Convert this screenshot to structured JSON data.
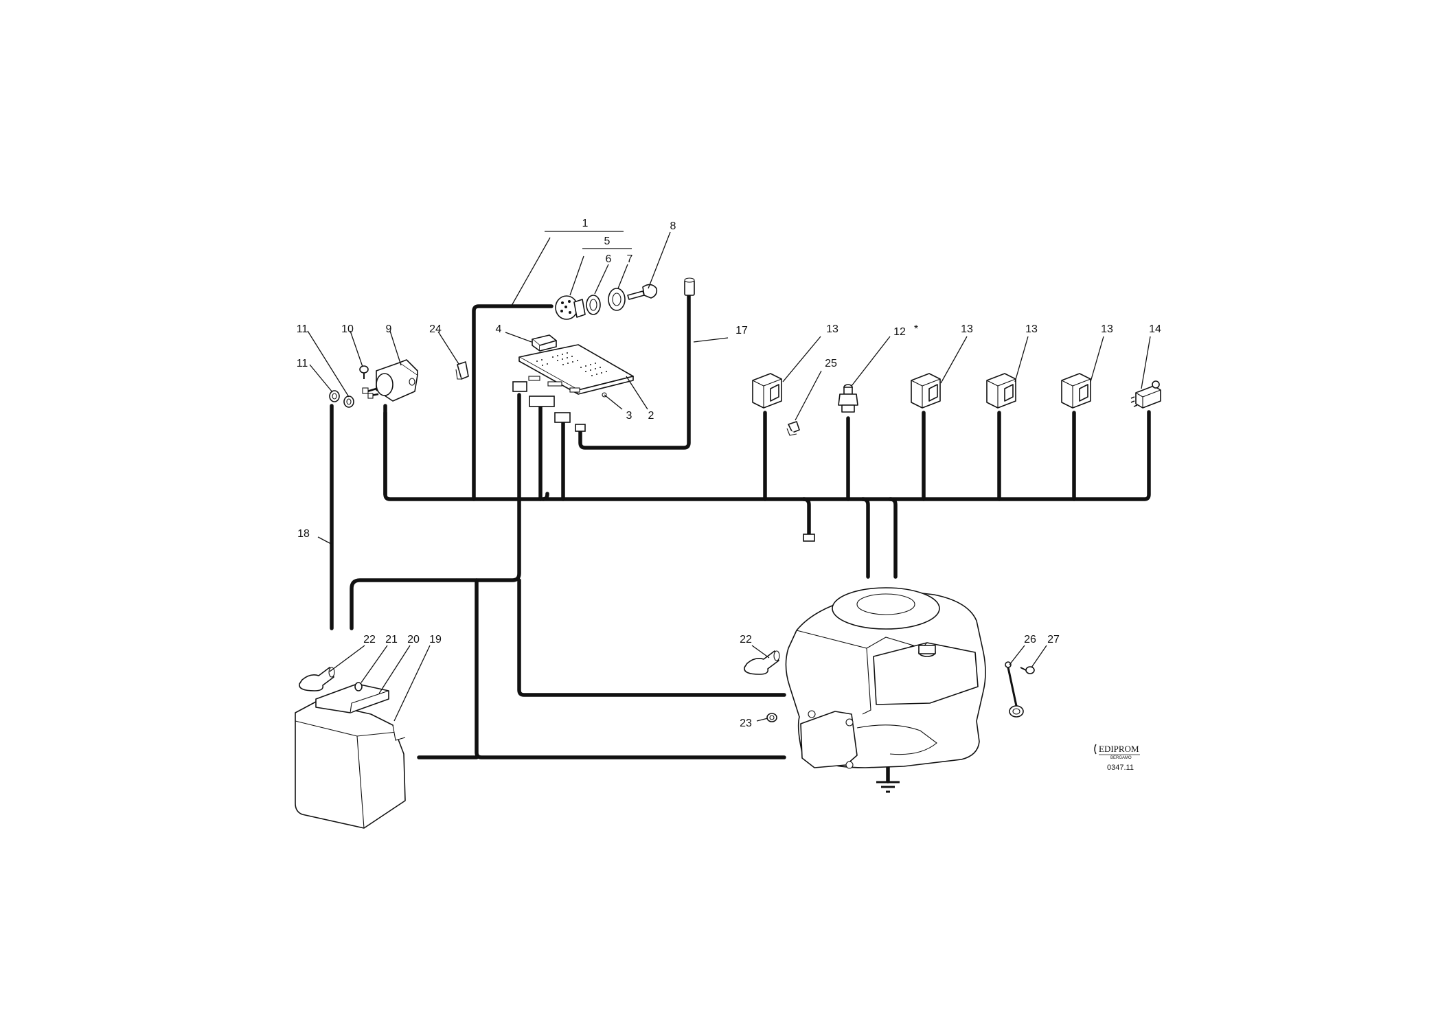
{
  "labels": {
    "l1": "1",
    "l2": "2",
    "l3": "3",
    "l4": "4",
    "l5": "5",
    "l6": "6",
    "l7": "7",
    "l8": "8",
    "l9": "9",
    "l10": "10",
    "l11a": "11",
    "l11b": "11",
    "l12": "12",
    "l12_star": "*",
    "l13a": "13",
    "l13b": "13",
    "l13c": "13",
    "l13d": "13",
    "l14": "14",
    "l17": "17",
    "l18": "18",
    "l19": "19",
    "l20": "20",
    "l21": "21",
    "l22a": "22",
    "l22b": "22",
    "l23": "23",
    "l24": "24",
    "l25": "25",
    "l26": "26",
    "l27": "27"
  },
  "publisher": {
    "name": "EDIPROM",
    "city": "BERGAMO",
    "drawing_code": "0347.11"
  }
}
